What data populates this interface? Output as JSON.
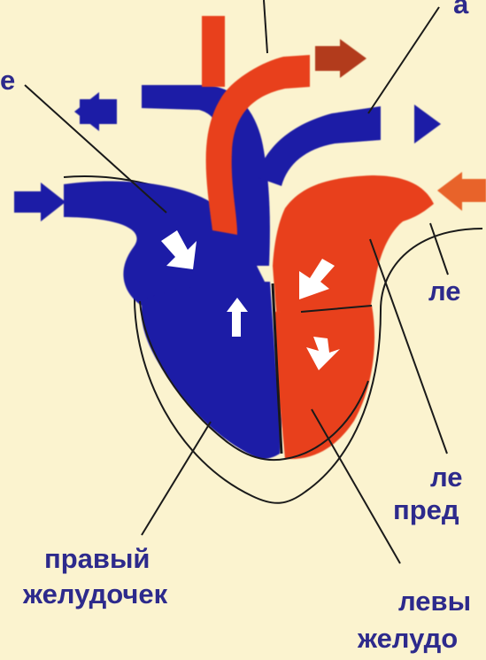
{
  "labels": {
    "top_right": "а",
    "left_edge": "е",
    "left_atrium_partial": "ле",
    "left_atrium_line1": "ле",
    "left_atrium_line2": "пред",
    "right_ventricle_line1": "правый",
    "right_ventricle_line2": "желудочек",
    "left_ventricle_line1": "левы",
    "left_ventricle_line2": "желудо"
  },
  "colors": {
    "background": "#fbf3cf",
    "venous_blood": "#1b1aa6",
    "arterial_blood": "#e8401c",
    "label_text": "#2d2a8c",
    "outline": "#1a1a1a",
    "flow_arrows": "#ffffff"
  },
  "icons": [
    "heart-diagram",
    "arrow-left-icon",
    "arrow-right-icon",
    "arrow-down-icon",
    "arrow-up-icon"
  ]
}
